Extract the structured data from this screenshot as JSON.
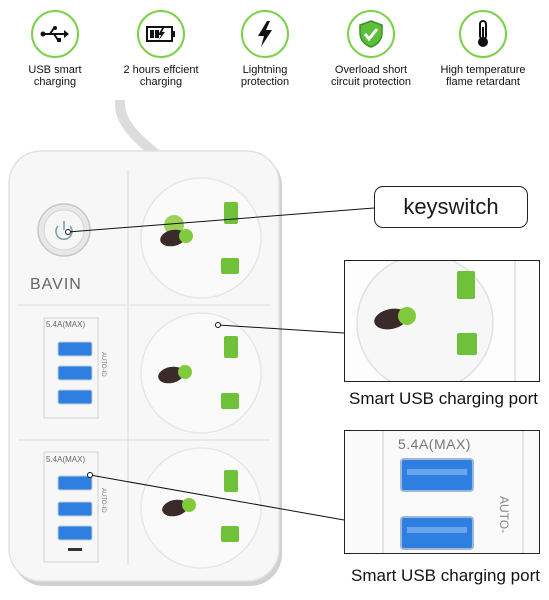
{
  "features": [
    {
      "icon": "usb-icon",
      "label": "USB smart\ncharging"
    },
    {
      "icon": "battery-charging-icon",
      "label": "2 hours effcient\ncharging"
    },
    {
      "icon": "lightning-icon",
      "label": "Lightning\nprotection"
    },
    {
      "icon": "shield-check-icon",
      "label": "Overload short\ncircuit protection"
    },
    {
      "icon": "thermometer-icon",
      "label": "High temperature\nflame retardant"
    }
  ],
  "strip": {
    "brand": "BAVIN",
    "usb_rating_1": "5.4A(MAX)",
    "usb_rating_2": "5.4A(MAX)",
    "auto_id_1": "AUTO-ID",
    "auto_id_2": "AUTO-ID"
  },
  "callouts": {
    "keyswitch": "keyswitch",
    "socket_caption": "Smart USB charging port",
    "usb_caption": "Smart USB charging port",
    "usb_zoom_rating": "5.4A(MAX)",
    "usb_zoom_auto": "AUTO-"
  },
  "colors": {
    "accent_green": "#7bd14a",
    "usb_blue": "#2f7fe0",
    "strip_white": "#f6f6f6"
  }
}
